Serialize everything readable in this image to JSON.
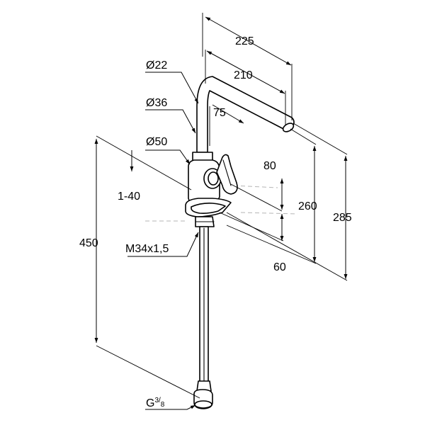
{
  "dimensions": {
    "width_225": "225",
    "width_210": "210",
    "dia_22": "Ø22",
    "dia_36": "Ø36",
    "dia_50": "Ø50",
    "depth_75": "75",
    "height_80": "80",
    "range_1_40": "1-40",
    "height_260": "260",
    "height_285": "285",
    "height_450": "450",
    "thread_m34": "M34x1,5",
    "height_60": "60",
    "hose_thread_prefix": "G",
    "hose_thread_num": "3",
    "hose_thread_den": "8"
  }
}
